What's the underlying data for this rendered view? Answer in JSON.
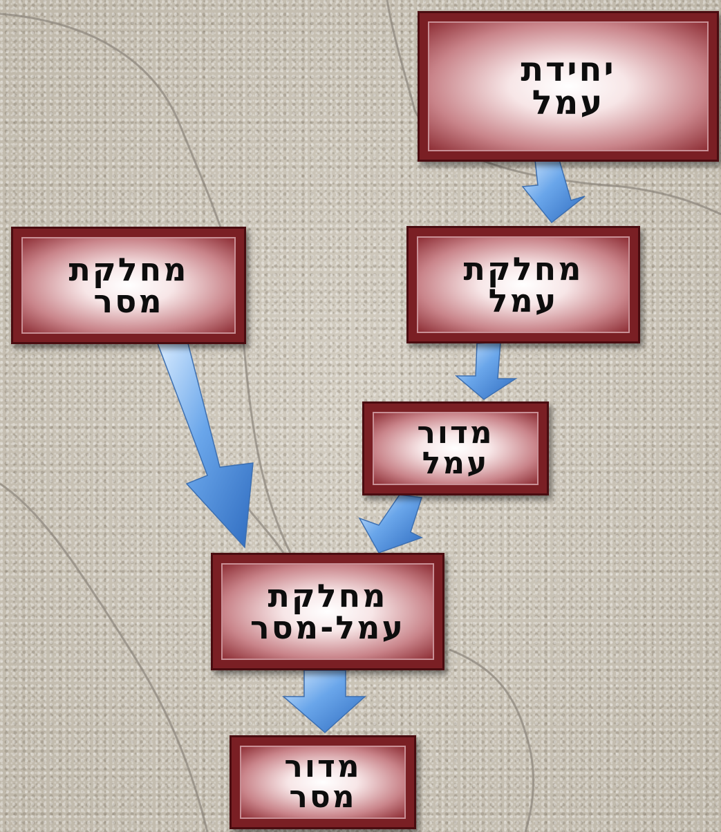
{
  "nodes": {
    "unit_labor": {
      "line1": "יחידת",
      "line2": "עמל"
    },
    "dept_labor": {
      "line1": "מחלקת",
      "line2": "עמל"
    },
    "dept_tax": {
      "line1": "מחלקת",
      "line2": "מסר"
    },
    "section_labor": {
      "line1": "מדור",
      "line2": "עמל"
    },
    "dept_labor_tax": {
      "line1": "מחלקת",
      "line2": "עמל-מסר"
    },
    "section_tax": {
      "line1": "מדור",
      "line2": "מסר"
    }
  },
  "colors": {
    "box_frame": "#7a1f24",
    "box_glow": "#ffffff",
    "arrow": "#4f8fdc",
    "background": "#c9c3b6"
  },
  "icons": {
    "arrow": "down-arrow-icon",
    "decoration": "barbed-wire"
  }
}
